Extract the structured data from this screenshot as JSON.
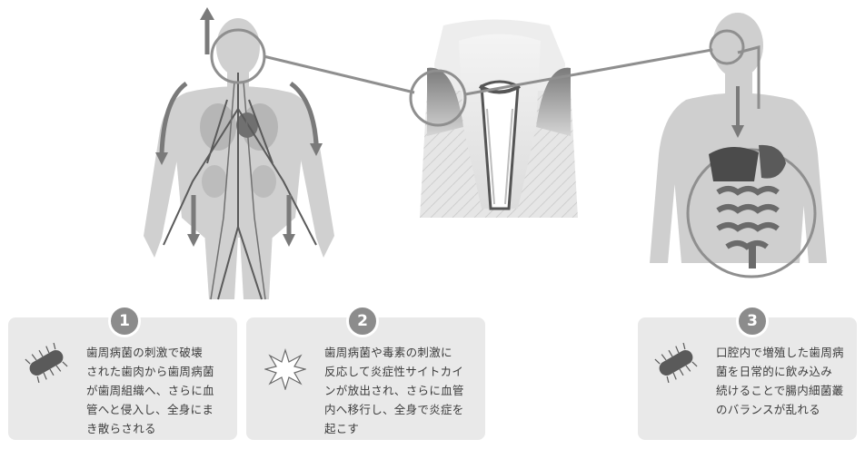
{
  "cards": [
    {
      "number": "1",
      "text": "歯周病菌の刺激で破壊\nされた歯肉から歯周病菌\nが歯周組織へ、さらに血\n管へと侵入し、全身にま\nき散らされる",
      "icon": "bacterium-icon"
    },
    {
      "number": "2",
      "text": "歯周病菌や毒素の刺激に\n反応して炎症性サイトカイ\nンが放出され、さらに血管\n内へ移行し、全身で炎症を\n起こす",
      "icon": "starburst-icon"
    },
    {
      "number": "3",
      "text": "口腔内で増殖した歯周病\n菌を日常的に飲み込み\n続けることで腸内細菌叢\nのバランスが乱れる",
      "icon": "bacterium-icon"
    }
  ]
}
